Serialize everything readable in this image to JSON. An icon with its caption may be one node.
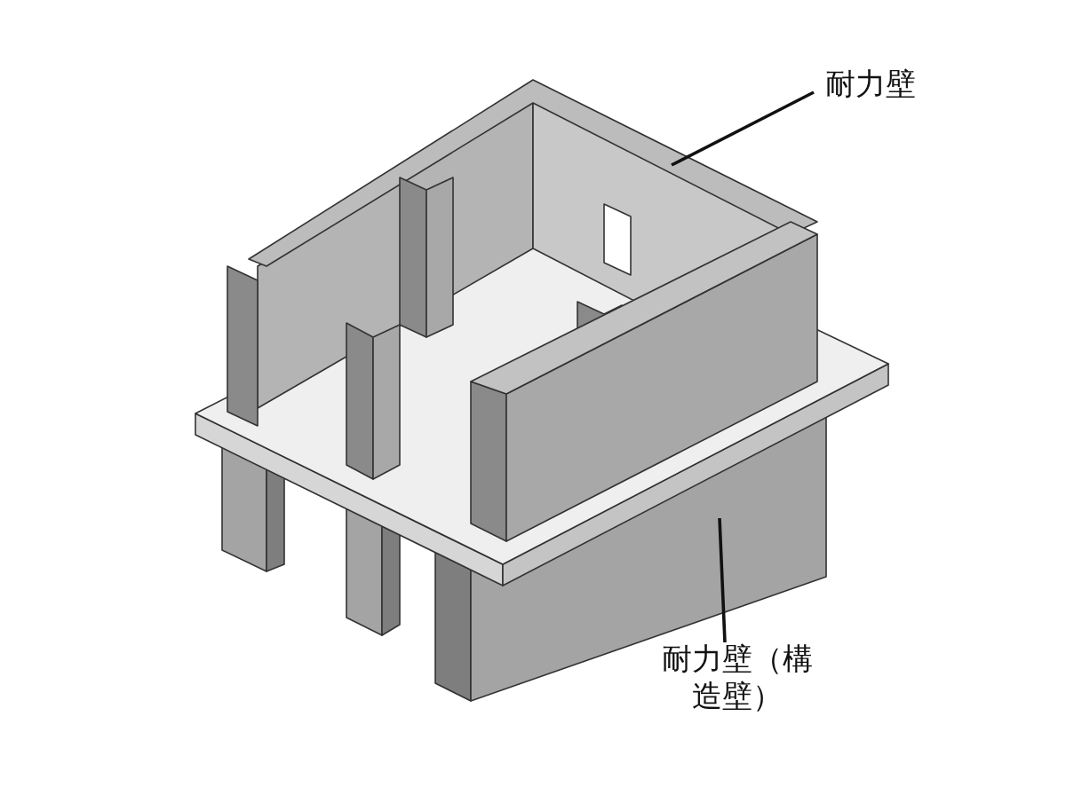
{
  "diagram": {
    "nodes": [
      {
        "text": [
          "耐力壁"
        ]
      },
      {
        "text": [
          "耐力壁（構造壁）"
        ]
      }
    ],
    "edges": [
      {
        "from": 0,
        "to": null,
        "arrow": "none"
      },
      {
        "from": 1,
        "to": null,
        "arrow": "none"
      }
    ]
  }
}
